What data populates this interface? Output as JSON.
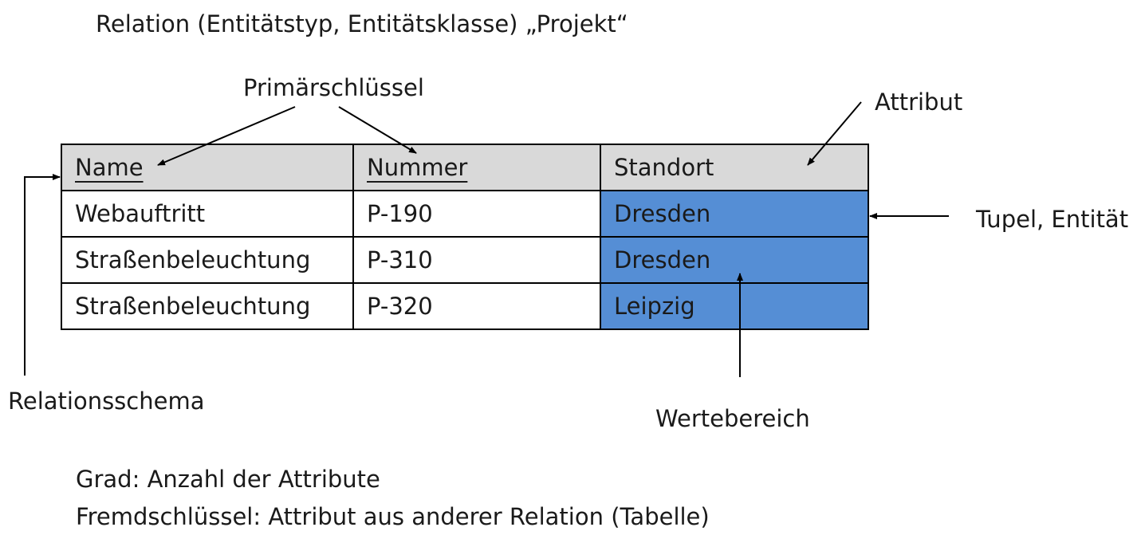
{
  "title": "Relation (Entitätstyp, Entitätsklasse) „Projekt“",
  "labels": {
    "primary_key": "Primärschlüssel",
    "attribute": "Attribut",
    "tuple": "Tupel, Entität",
    "schema": "Relationsschema",
    "domain": "Wertebereich"
  },
  "table": {
    "headers": [
      "Name",
      "Nummer",
      "Standort"
    ],
    "rows": [
      [
        "Webauftritt",
        "P-190",
        "Dresden"
      ],
      [
        "Straßenbeleuchtung",
        "P-310",
        "Dresden"
      ],
      [
        "Straßenbeleuchtung",
        "P-320",
        "Leipzig"
      ]
    ]
  },
  "notes": {
    "grad": "Grad: Anzahl der Attribute",
    "fremdschluessel": "Fremdschlüssel: Attribut aus anderer Relation (Tabelle)"
  },
  "colors": {
    "header_bg": "#d9d9d9",
    "domain_highlight": "#558ed5"
  }
}
